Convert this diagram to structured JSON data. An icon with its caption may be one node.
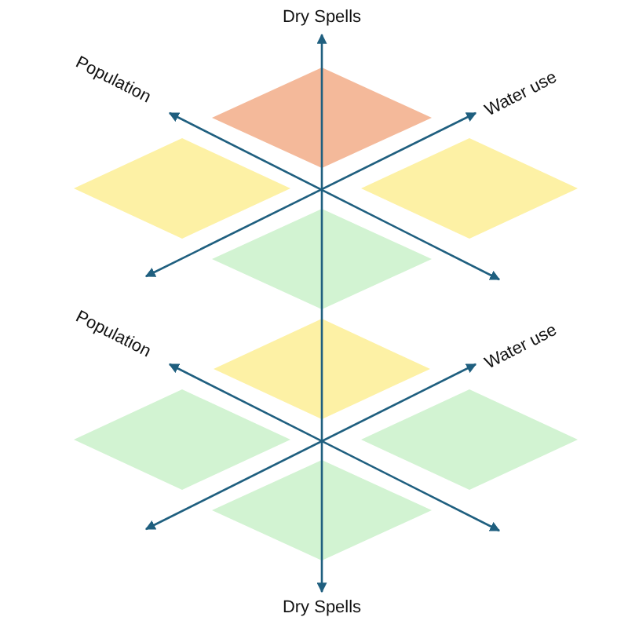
{
  "diagram": {
    "nodes": [
      {
        "text": [],
        "shape": "diamond"
      },
      {
        "text": [],
        "shape": "diamond"
      },
      {
        "text": [],
        "shape": "diamond"
      },
      {
        "text": [],
        "shape": "diamond"
      },
      {
        "text": [],
        "shape": "diamond"
      },
      {
        "text": [],
        "shape": "diamond"
      },
      {
        "text": [],
        "shape": "diamond"
      },
      {
        "text": [],
        "shape": "diamond"
      }
    ],
    "labels": [
      "Dry Spells",
      "Population",
      "Water use",
      "Population",
      "Water use",
      "Dry Spells"
    ]
  }
}
